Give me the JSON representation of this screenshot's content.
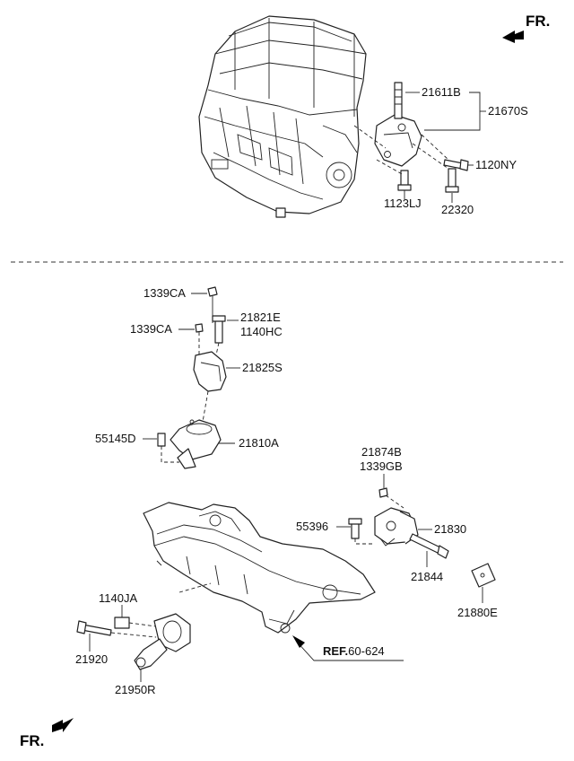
{
  "orientation": {
    "top_label": "FR.",
    "bottom_label": "FR."
  },
  "parts": {
    "p21611B": "21611B",
    "p21670S": "21670S",
    "p1120NY": "1120NY",
    "p1123LJ": "1123LJ",
    "p22320": "22320",
    "p1339CA_a": "1339CA",
    "p1339CA_b": "1339CA",
    "p21821E": "21821E",
    "p1140HC": "1140HC",
    "p21825S": "21825S",
    "p55145D": "55145D",
    "p21810A": "21810A",
    "p21874B": "21874B",
    "p1339GB": "1339GB",
    "p55396": "55396",
    "p21830": "21830",
    "p21844": "21844",
    "p21880E": "21880E",
    "p1140JA": "1140JA",
    "p21920": "21920",
    "p21950R": "21950R"
  },
  "reference": {
    "prefix": "REF.",
    "number": "60-624"
  }
}
